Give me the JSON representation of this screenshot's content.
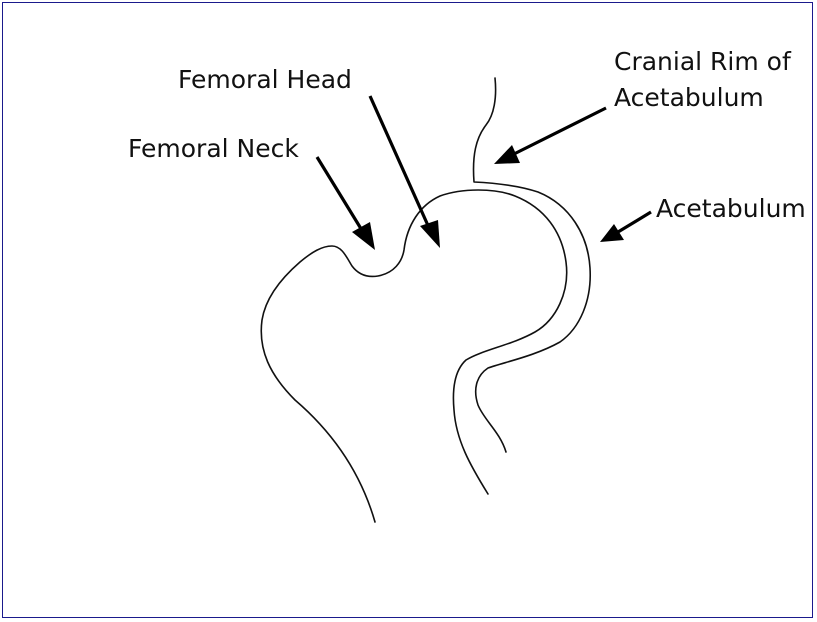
{
  "labels": {
    "femoral_head": "Femoral Head",
    "femoral_neck": "Femoral Neck",
    "cranial_rim_line1": "Cranial Rim of",
    "cranial_rim_line2": "Acetabulum",
    "acetabulum": "Acetabulum"
  },
  "colors": {
    "border": "#1a1a8c",
    "ink": "#111111",
    "background": "#ffffff"
  }
}
